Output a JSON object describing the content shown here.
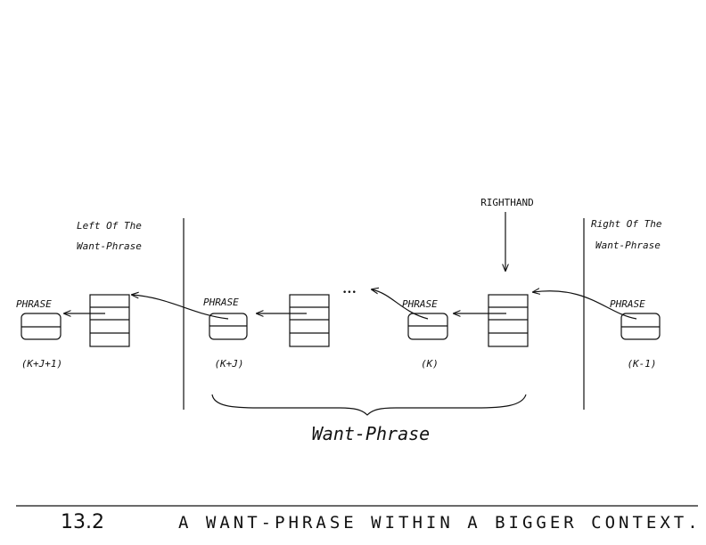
{
  "diagram": {
    "top_label": "RIGHTHAND",
    "left_context": [
      "Left Of The",
      "Want-Phrase"
    ],
    "right_context": [
      "Right Of The",
      "Want-Phrase"
    ],
    "phrase_label": "PHRASE",
    "ellipsis": "•••",
    "index_labels": [
      "(K+J+1)",
      "(K+J)",
      "(K)",
      "(K-1)"
    ],
    "brace_label": "Want-Phrase"
  },
  "caption": {
    "number": "13.2",
    "text": "A WANT-PHRASE WITHIN A BIGGER CONTEXT."
  },
  "colors": {
    "ink": "#111111",
    "background": "#ffffff"
  }
}
